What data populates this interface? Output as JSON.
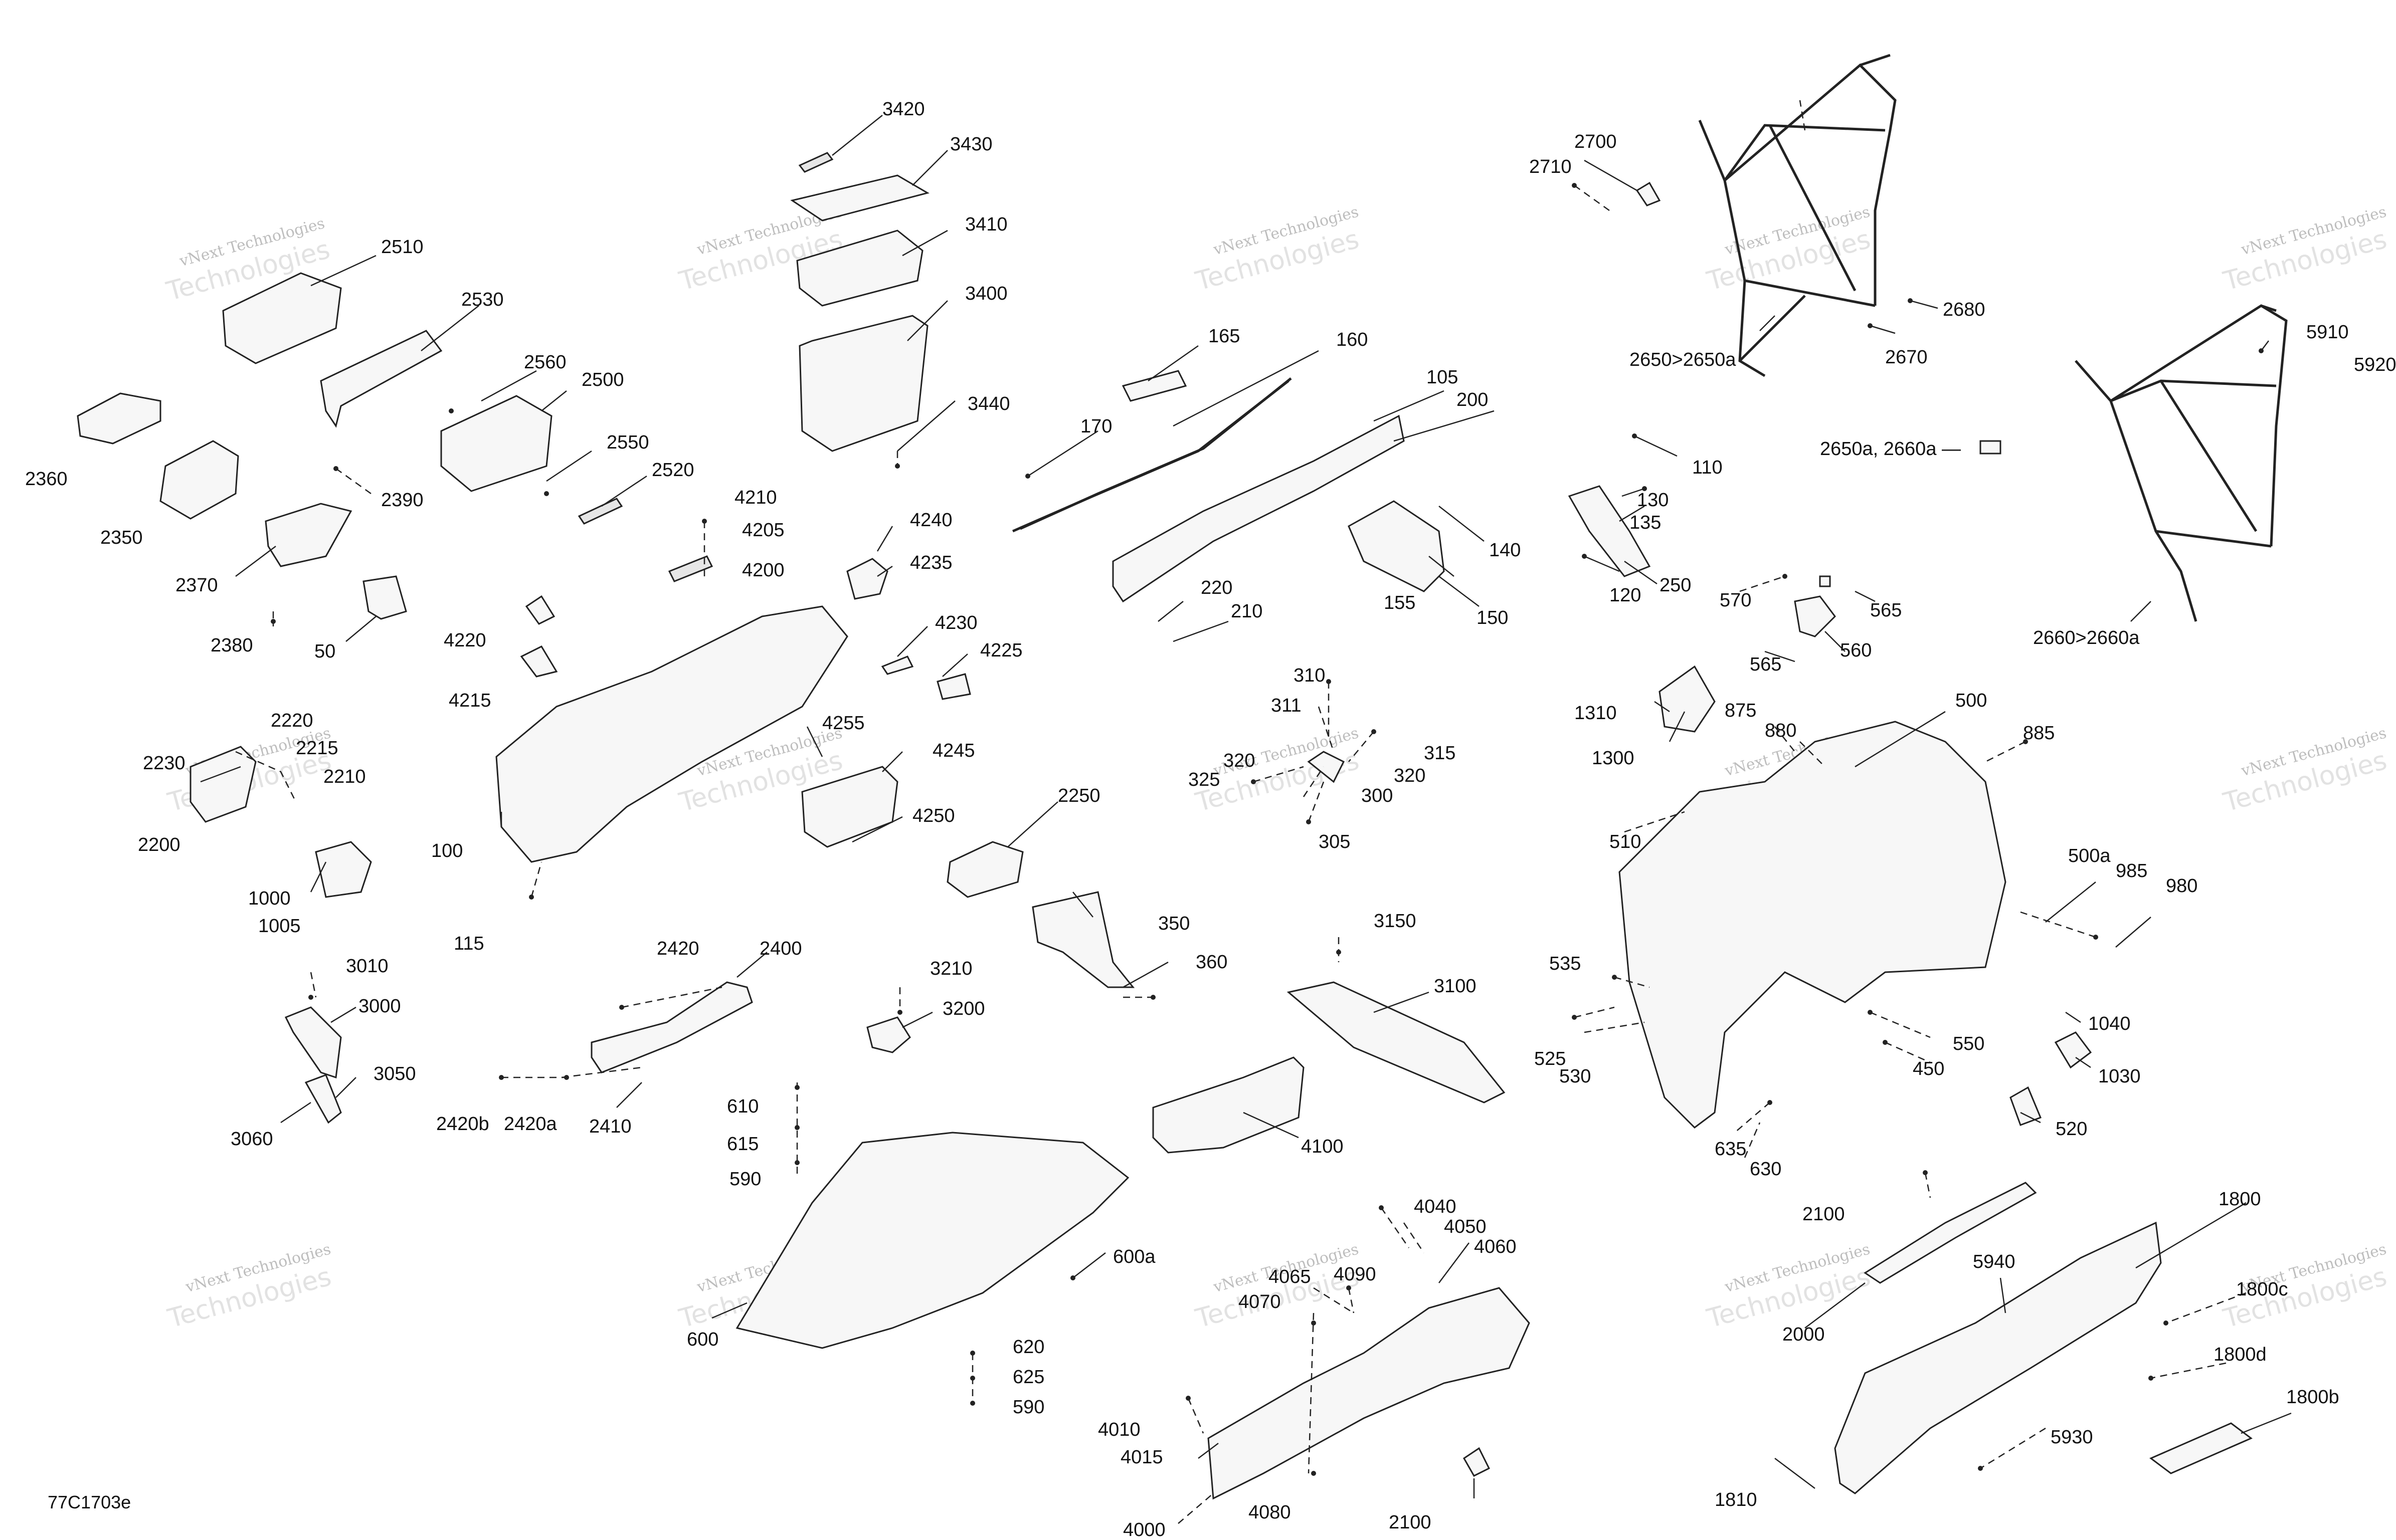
{
  "drawing_code": "77C1703e",
  "watermark": {
    "line1": "vNext Technologies",
    "line2": "Technologies"
  },
  "callouts": {
    "c3420": "3420",
    "c3430": "3430",
    "c3410": "3410",
    "c3400": "3400",
    "c3440": "3440",
    "c2510": "2510",
    "c2530": "2530",
    "c2560": "2560",
    "c2500": "2500",
    "c2550": "2550",
    "c2520": "2520",
    "c2360": "2360",
    "c2350": "2350",
    "c2390": "2390",
    "c2370": "2370",
    "c2380": "2380",
    "c50": "50",
    "c165": "165",
    "c160": "160",
    "c170": "170",
    "c105": "105",
    "c200": "200",
    "c220": "220",
    "c210": "210",
    "c140": "140",
    "c155": "155",
    "c150": "150",
    "c2700": "2700",
    "c2710": "2710",
    "c2680": "2680",
    "c2670": "2670",
    "c2650": "2650>2650a",
    "c2650a2660a": "2650a, 2660a —",
    "c5910": "5910",
    "c5920": "5920",
    "c2660": "2660>2660a",
    "c110": "110",
    "c130": "130",
    "c135": "135",
    "c120": "120",
    "c250": "250",
    "c570": "570",
    "c565a": "565",
    "c565b": "565",
    "c560": "560",
    "c4210": "4210",
    "c4205": "4205",
    "c4200": "4200",
    "c4240": "4240",
    "c4235": "4235",
    "c4230": "4230",
    "c4225": "4225",
    "c4220": "4220",
    "c4215": "4215",
    "c4255": "4255",
    "c4245": "4245",
    "c4250": "4250",
    "c100": "100",
    "c115": "115",
    "c2220": "2220",
    "c2215": "2215",
    "c2230": "2230",
    "c2210": "2210",
    "c2200": "2200",
    "c1000": "1000",
    "c1005": "1005",
    "c310": "310",
    "c311": "311",
    "c320a": "320",
    "c315": "315",
    "c325": "325",
    "c320b": "320",
    "c300": "300",
    "c305": "305",
    "c1310": "1310",
    "c1300": "1300",
    "c875": "875",
    "c880": "880",
    "c500": "500",
    "c885": "885",
    "c510": "510",
    "c500a": "500a",
    "c985": "985",
    "c980": "980",
    "c535": "535",
    "c525": "525",
    "c530": "530",
    "c550": "550",
    "c450": "450",
    "c1040": "1040",
    "c1030": "1030",
    "c520": "520",
    "c635": "635",
    "c630": "630",
    "c2250": "2250",
    "c350": "350",
    "c360": "360",
    "c3010": "3010",
    "c3000": "3000",
    "c3050": "3050",
    "c3060": "3060",
    "c2420": "2420",
    "c2400": "2400",
    "c2420b": "2420b",
    "c2420a": "2420a",
    "c2410": "2410",
    "c3210": "3210",
    "c3200": "3200",
    "c3150": "3150",
    "c3100": "3100",
    "c4100": "4100",
    "c610": "610",
    "c615": "615",
    "c590a": "590",
    "c600a": "600a",
    "c600": "600",
    "c620": "620",
    "c625": "625",
    "c590b": "590",
    "c4040": "4040",
    "c4050": "4050",
    "c4060": "4060",
    "c4065": "4065",
    "c4090": "4090",
    "c4070": "4070",
    "c4010": "4010",
    "c4015": "4015",
    "c4000": "4000",
    "c4080": "4080",
    "c2100a": "2100",
    "c2100b": "2100",
    "c2000": "2000",
    "c1800": "1800",
    "c5940": "5940",
    "c1800c": "1800c",
    "c1800d": "1800d",
    "c1800b": "1800b",
    "c5930": "5930",
    "c1810": "1810"
  }
}
